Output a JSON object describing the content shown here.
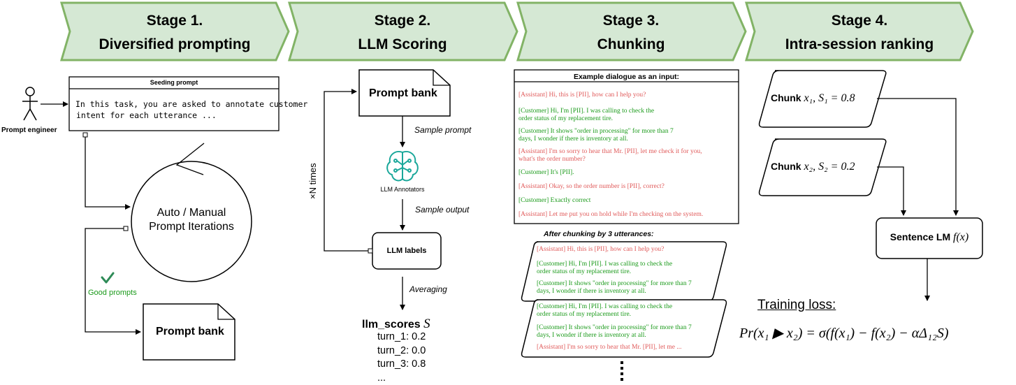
{
  "stages": [
    {
      "title": "Stage 1.",
      "subtitle": "Diversified prompting"
    },
    {
      "title": "Stage 2.",
      "subtitle": "LLM Scoring"
    },
    {
      "title": "Stage 3.",
      "subtitle": "Chunking"
    },
    {
      "title": "Stage 4.",
      "subtitle": "Intra-session ranking"
    }
  ],
  "colors": {
    "banner_fill": "#d5e8d4",
    "banner_stroke": "#82b366",
    "assistant": "#e05a5a",
    "customer": "#1a9a1a",
    "check": "#2e8b57"
  },
  "stage1": {
    "actor_label": "Prompt engineer",
    "seeding_title": "Seeding prompt",
    "seeding_line1": "In this task, you are asked to annotate customer",
    "seeding_line2": "intent for each utterance ...",
    "loop_line1": "Auto / Manual",
    "loop_line2": "Prompt Iterations",
    "good_prompts": "Good prompts",
    "prompt_bank": "Prompt bank"
  },
  "stage2": {
    "prompt_bank": "Prompt bank",
    "sample_prompt": "Sample prompt",
    "annotators": "LLM Annotators",
    "sample_output": "Sample output",
    "llm_labels": "LLM labels",
    "averaging": "Averaging",
    "times_label": "×N times",
    "scores_title": "llm_scores",
    "scores_var": "S",
    "scores": [
      "turn_1: 0.2",
      "turn_2: 0.0",
      "turn_3: 0.8",
      "..."
    ]
  },
  "stage3": {
    "example_title": "Example dialogue as an input:",
    "example_lines": [
      {
        "role": "assistant",
        "text": "[Assistant] Hi, this is [PII], how can I help you?"
      },
      {
        "role": "customer",
        "text": "[Customer] Hi, I'm [PII]. I was calling to check the\norder status of my replacement tire."
      },
      {
        "role": "customer",
        "text": "[Customer] It shows \"order in processing\" for more than 7\ndays, I wonder if there is inventory at all."
      },
      {
        "role": "assistant",
        "text": "[Assistant] I'm so sorry to hear that Mr. [PII], let me check it for you,\nwhat's the order number?"
      },
      {
        "role": "customer",
        "text": "[Customer] It's [PII]."
      },
      {
        "role": "assistant",
        "text": "[Assistant] Okay, so the order number is [PII], correct?"
      },
      {
        "role": "customer",
        "text": "[Customer] Exactly correct"
      },
      {
        "role": "assistant",
        "text": "[Assistant] Let me put you on hold while I'm checking on the system."
      }
    ],
    "after_chunking": "After chunking by 3 utterances:",
    "chunk1": [
      {
        "role": "assistant",
        "text": "[Assistant] Hi, this is [PII], how can I help you?"
      },
      {
        "role": "customer",
        "text": "[Customer] Hi, I'm [PII]. I was calling to check the\norder status of my replacement tire."
      },
      {
        "role": "customer",
        "text": "[Customer] It shows \"order in processing\" for more than 7\ndays, I wonder if there is inventory at all."
      }
    ],
    "chunk2": [
      {
        "role": "customer",
        "text": "[Customer] Hi, I'm [PII]. I was calling to check the\norder status of my replacement tire."
      },
      {
        "role": "customer",
        "text": "[Customer] It shows \"order in processing\" for more than 7\ndays, I wonder if there is inventory at all."
      },
      {
        "role": "assistant",
        "text": "[Assistant] I'm so sorry to hear that Mr. [PII], let me ..."
      }
    ]
  },
  "stage4": {
    "chunk1_label": "Chunk",
    "chunk1_math": "x₁, S₁ = 0.8",
    "chunk2_label": "Chunk",
    "chunk2_math": "x₂, S₂ = 0.2",
    "sentence_lm": "Sentence LM",
    "sentence_lm_math": "f(x)",
    "training_loss": "Training loss:",
    "formula": "Pr(x₁ ▶ x₂) = σ(f(x₁) − f(x₂) − αΔ₁₂S)"
  }
}
